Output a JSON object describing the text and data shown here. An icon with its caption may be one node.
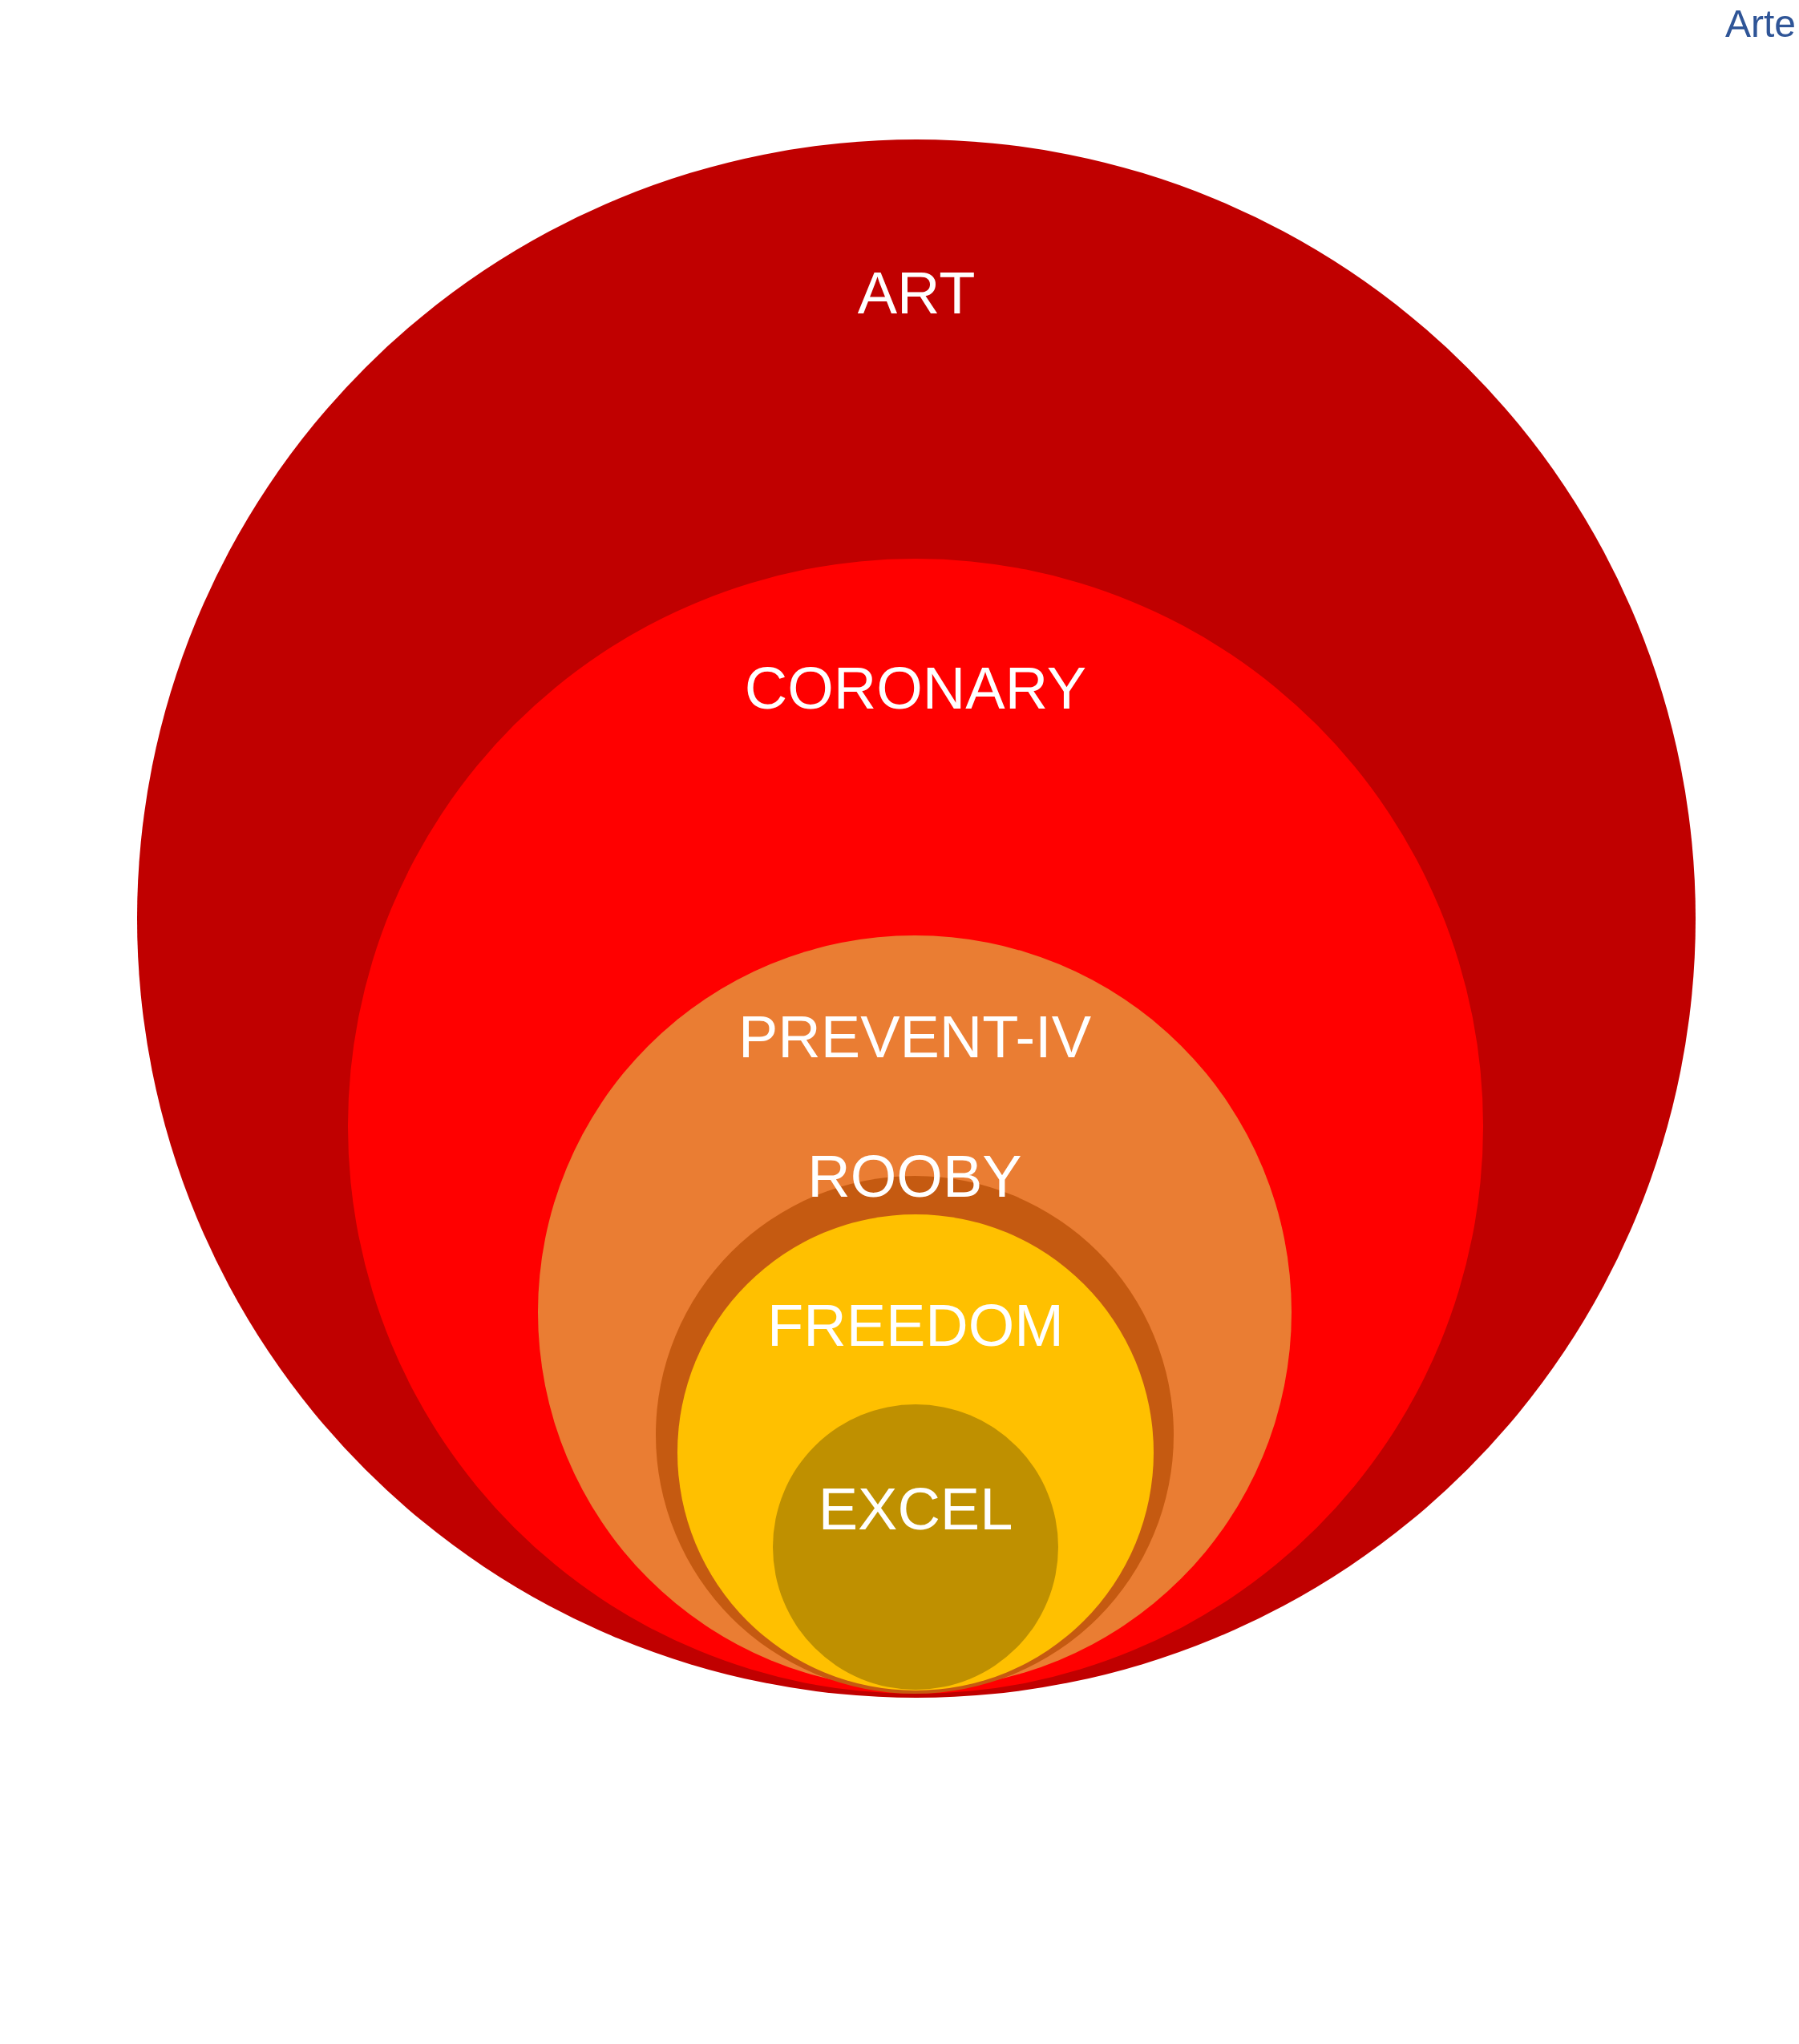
{
  "diagram": {
    "nodes": [
      {
        "text": [
          "ART"
        ]
      },
      {
        "text": [
          "CORONARY"
        ],
        "in": 0
      },
      {
        "text": [
          "PREVENT-IV"
        ],
        "in": 1
      },
      {
        "text": [
          "ROOBY"
        ],
        "in": 2
      },
      {
        "text": [
          "FREEDOM"
        ],
        "in": 3
      },
      {
        "text": [
          "EXCEL"
        ],
        "in": 4
      }
    ],
    "labels": [
      "Arte"
    ]
  }
}
